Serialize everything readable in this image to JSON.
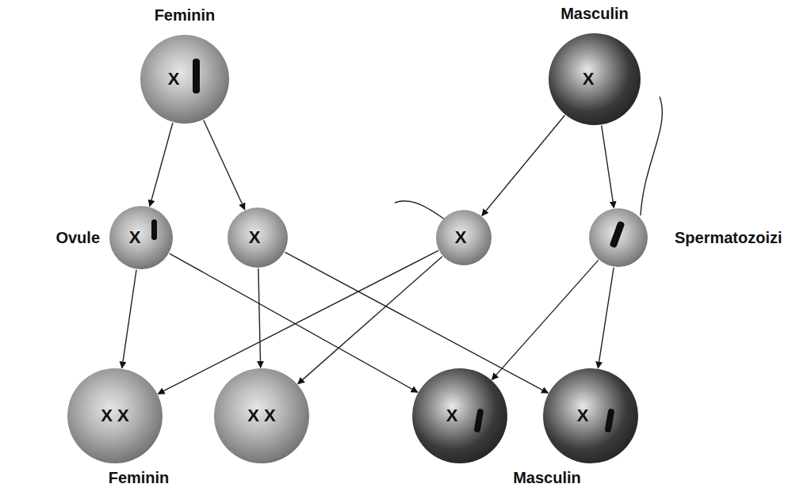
{
  "diagram": {
    "nodes": [
      {
        "text": [
          "Feminin",
          "X"
        ]
      },
      {
        "text": [
          "Masculin",
          "X"
        ]
      },
      {
        "text": [
          "Ovule",
          "X"
        ]
      },
      {
        "text": [
          "X"
        ]
      },
      {
        "text": [
          "X"
        ]
      },
      {
        "text": [
          "Spermatozoizi"
        ]
      },
      {
        "text": [
          "X X"
        ]
      },
      {
        "text": [
          "X X"
        ]
      },
      {
        "text": [
          "X"
        ]
      },
      {
        "text": [
          "X"
        ]
      }
    ],
    "edges": [
      {
        "from": 0,
        "to": 2,
        "arrow": "to"
      },
      {
        "from": 0,
        "to": 3,
        "arrow": "to"
      },
      {
        "from": 1,
        "to": 4,
        "arrow": "to"
      },
      {
        "from": 1,
        "to": 5,
        "arrow": "to"
      },
      {
        "from": 2,
        "to": 6,
        "arrow": "to"
      },
      {
        "from": 2,
        "to": 8,
        "arrow": "to"
      },
      {
        "from": 3,
        "to": 7,
        "arrow": "to"
      },
      {
        "from": 3,
        "to": 9,
        "arrow": "to"
      },
      {
        "from": 4,
        "to": 6,
        "arrow": "to"
      },
      {
        "from": 4,
        "to": 7,
        "arrow": "to"
      },
      {
        "from": 5,
        "to": 8,
        "arrow": "to"
      },
      {
        "from": 5,
        "to": 9,
        "arrow": "to"
      }
    ],
    "labels": [
      "Feminin",
      "Masculin"
    ]
  }
}
